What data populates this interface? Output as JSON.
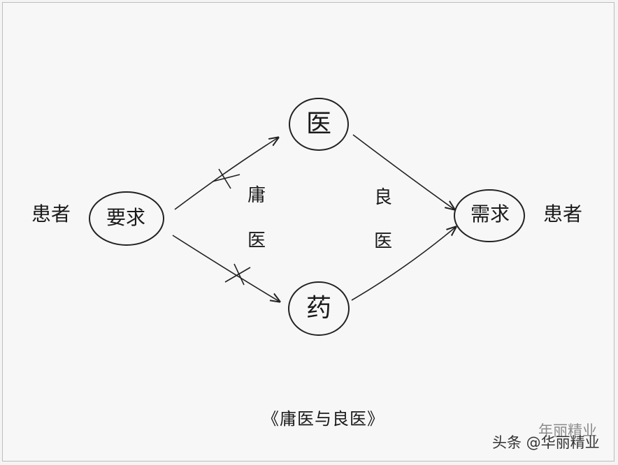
{
  "nodes": {
    "doctor": "医",
    "medicine": "药",
    "demand_left": "要求",
    "demand_right": "需求"
  },
  "patient_left": "患者",
  "patient_right": "患者",
  "middle_left": [
    "庸",
    "医"
  ],
  "middle_right": [
    "良",
    "医"
  ],
  "caption": "《庸医与良医》",
  "watermark": "头条 @华丽精业",
  "watermark_overlay": "年丽精业"
}
